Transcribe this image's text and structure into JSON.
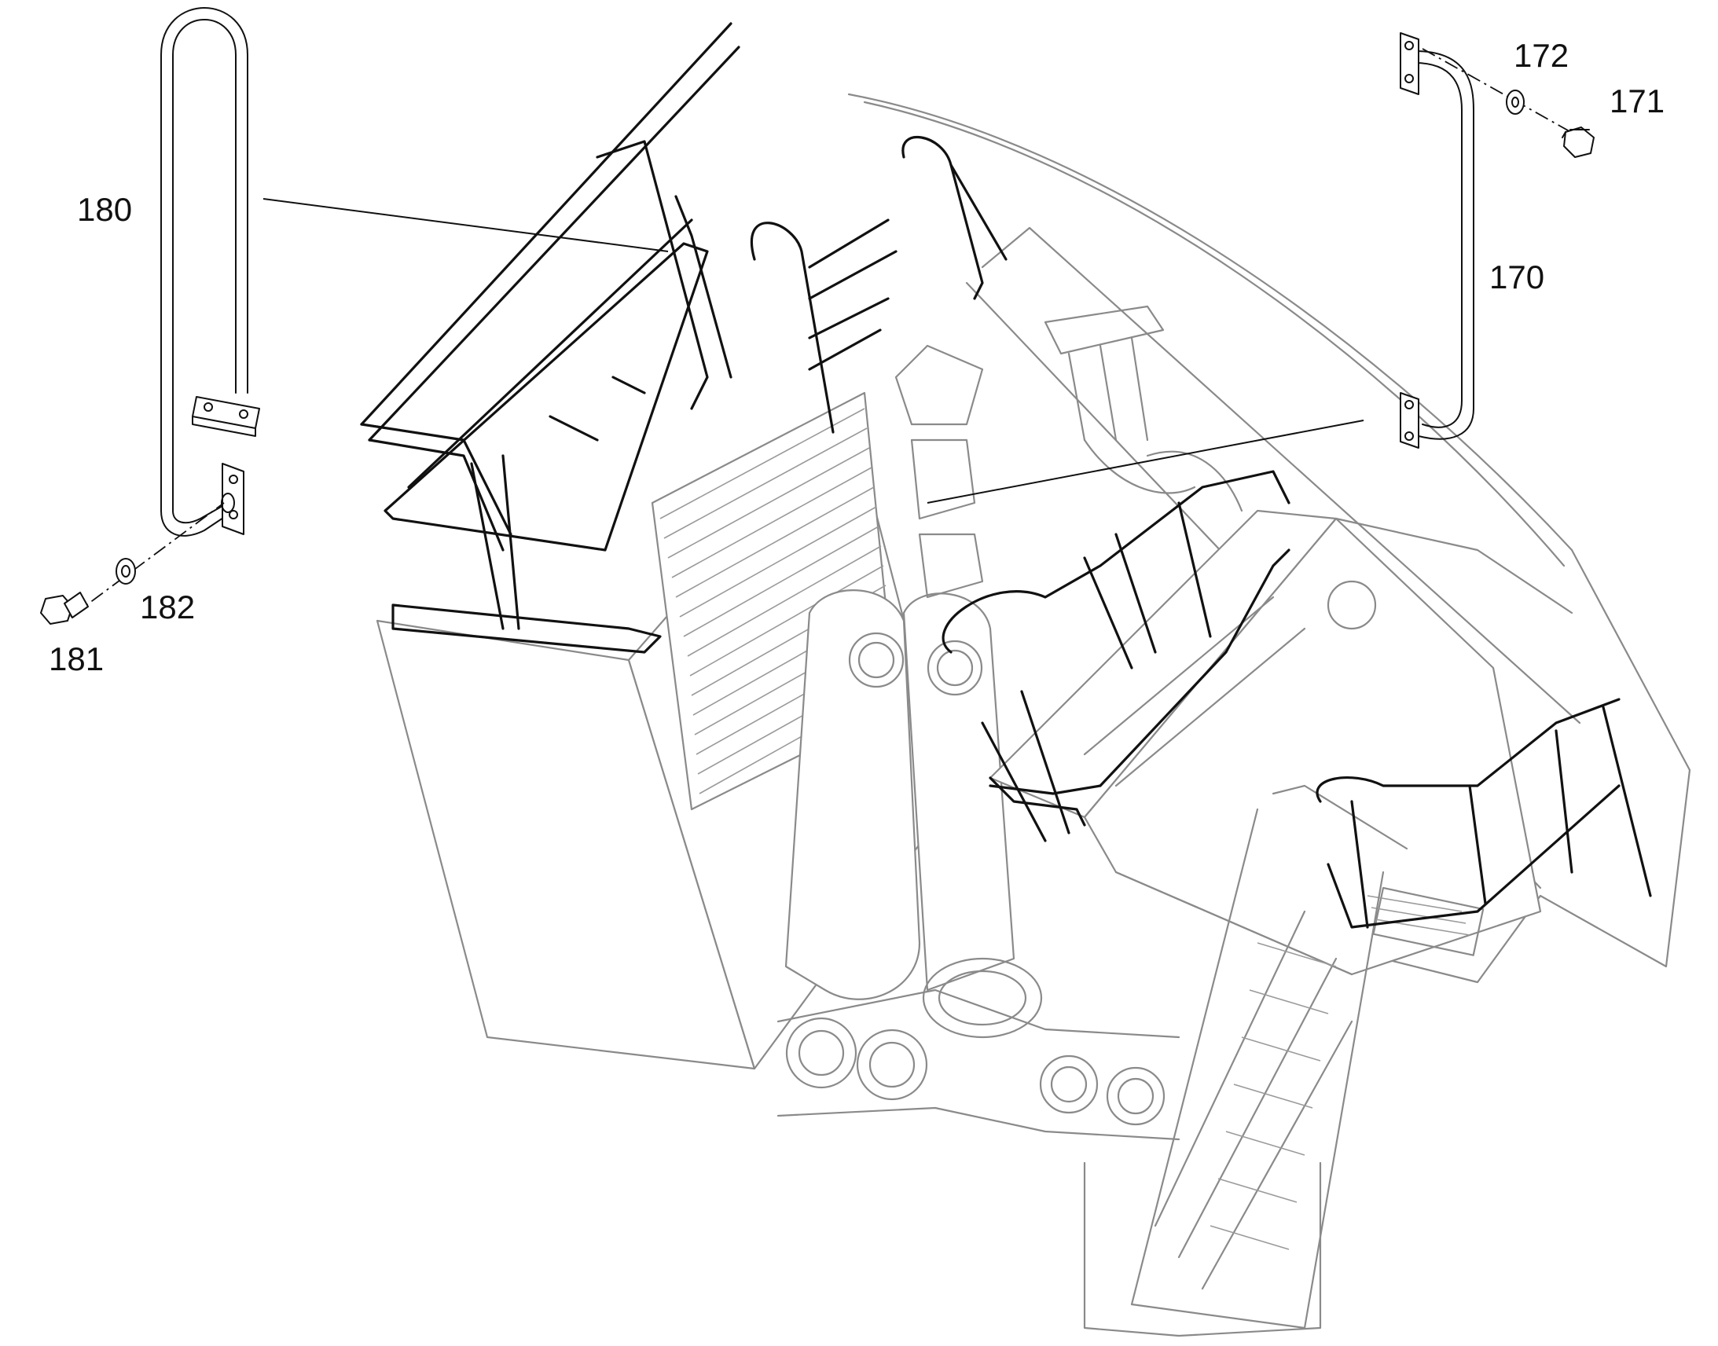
{
  "callouts": {
    "handrail_left": "180",
    "bolt_left": "181",
    "washer_left": "182",
    "handrail_right": "170",
    "bolt_right": "171",
    "washer_right": "172"
  },
  "icons": {
    "handrail_left": "u-shaped-handrail-with-base-plate",
    "handrail_right": "grab-handle-with-two-end-plates",
    "bolt": "hex-bolt",
    "washer": "flat-washer",
    "main_view": "machine-upperstructure-isometric-with-railings"
  },
  "colors": {
    "part_lines": "#111111",
    "assembly_lines": "#8a8a8a",
    "background": "#ffffff"
  }
}
